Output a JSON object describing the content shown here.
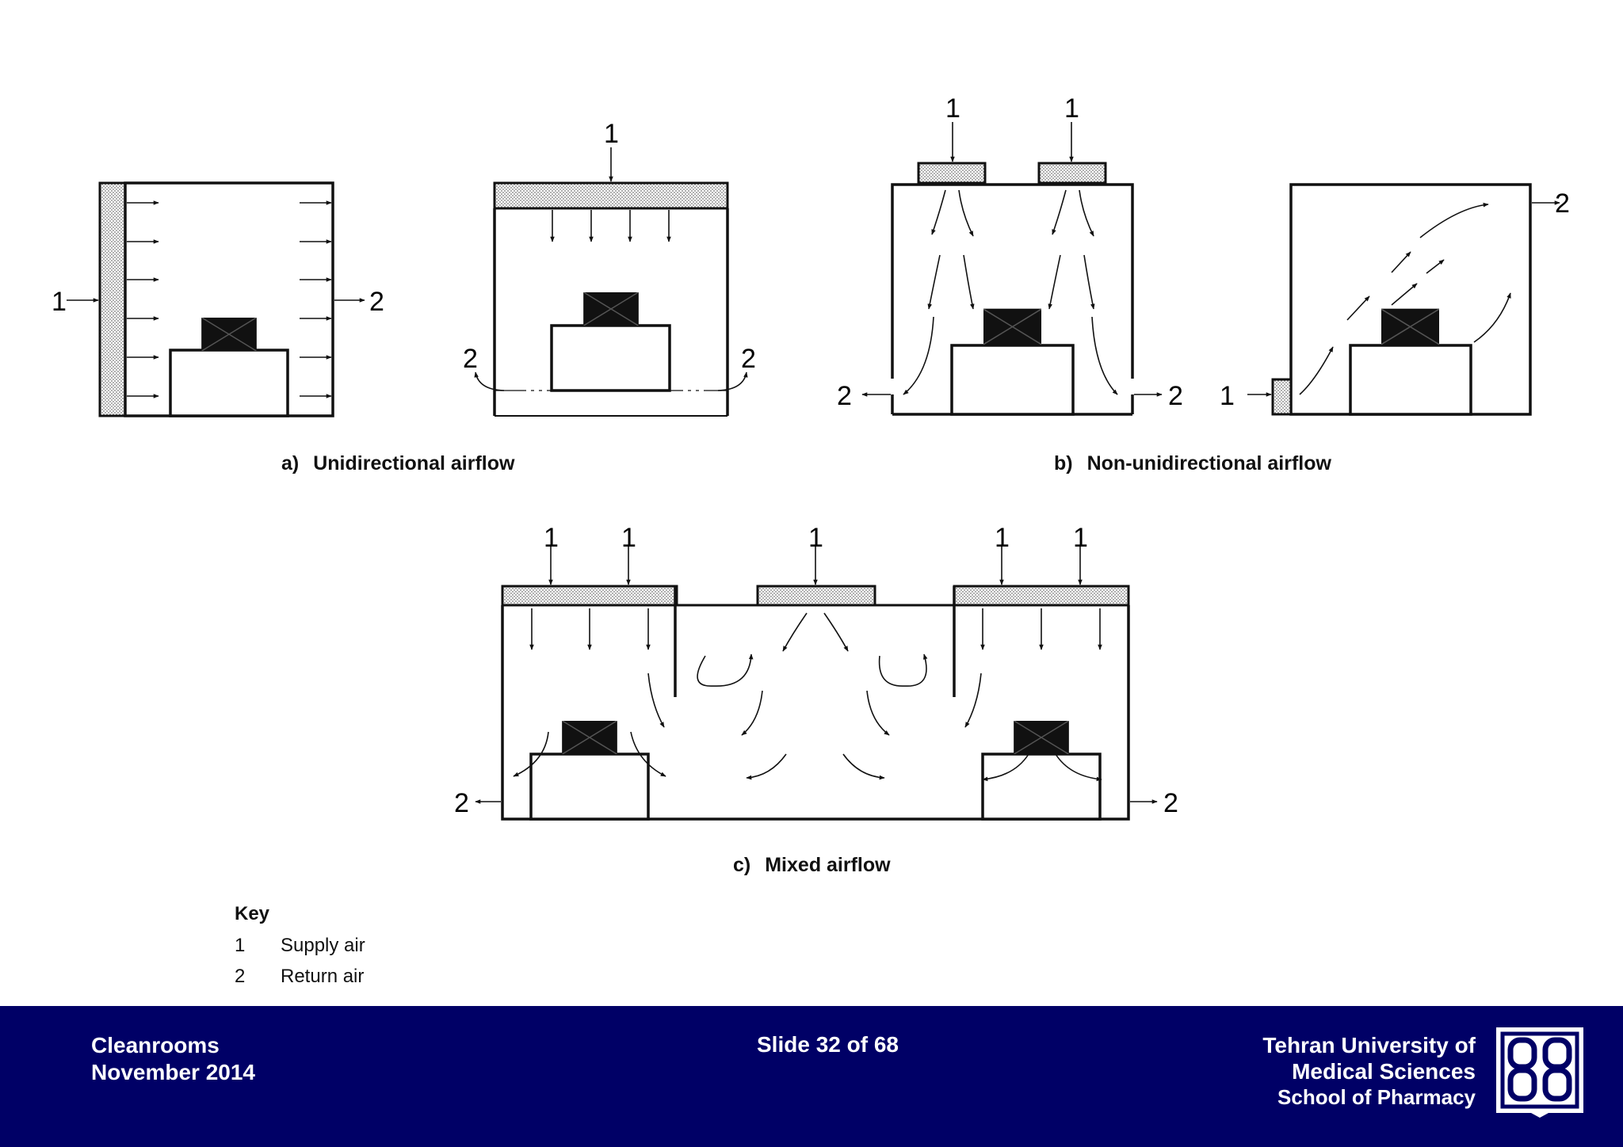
{
  "diagram": {
    "labels": {
      "supply": "1",
      "return": "2"
    },
    "captions": {
      "a": {
        "letter": "a)",
        "text": "Unidirectional airflow"
      },
      "b": {
        "letter": "b)",
        "text": "Non-unidirectional airflow"
      },
      "c": {
        "letter": "c)",
        "text": "Mixed airflow"
      }
    }
  },
  "key": {
    "title": "Key",
    "items": [
      {
        "num": "1",
        "label": "Supply air"
      },
      {
        "num": "2",
        "label": "Return air"
      }
    ]
  },
  "footer": {
    "course": "Cleanrooms",
    "date": "November 2014",
    "slide": "Slide 32  of 68",
    "institution_line1": "Tehran University of",
    "institution_line2": "Medical Sciences",
    "institution_line3": "School of Pharmacy",
    "background_color": "#000066",
    "logo": "university-emblem"
  }
}
